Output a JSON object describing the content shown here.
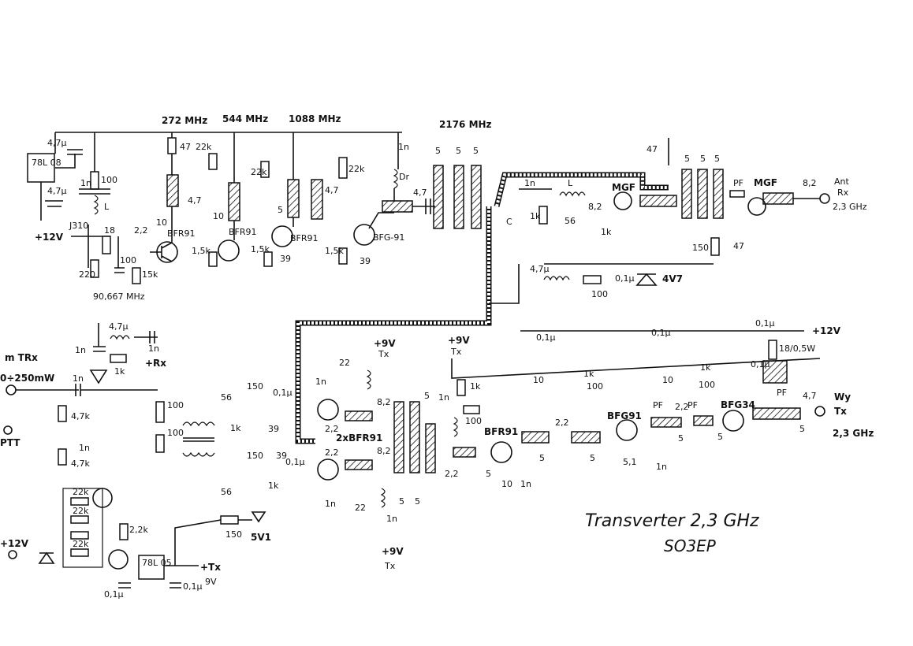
{
  "title": "Transverter 2,3 GHz",
  "author": "SO3EP",
  "frequencies": {
    "crystal": "90,667 MHz",
    "f1": "272 MHz",
    "f2": "544 MHz",
    "f3": "1088 MHz",
    "f4": "2176 MHz"
  },
  "regulators": [
    "78L 08",
    "78L 05"
  ],
  "transistors": {
    "osc": "J310",
    "mult1": "BFR91",
    "mult2": "BFR91",
    "mult3": "BFR91",
    "mult4": "BFG-91",
    "mixer": "2xBFR91",
    "tx1": "BFR91",
    "tx2": "BFG91",
    "tx3": "BFG34"
  },
  "ports": {
    "ant_rx": [
      "Ant",
      "Rx",
      "2,3 GHz"
    ],
    "wy_tx": [
      "Wy",
      "Tx",
      "2,3 GHz"
    ],
    "trx_in": [
      "m TRx",
      "0÷250mW"
    ],
    "ptt": "PTT",
    "supply_in": "+12V",
    "supply_top": "+12V",
    "supply_right": "+12V",
    "plus_rx": "+Rx",
    "plus_tx": "+Tx",
    "tx_9v": "9V",
    "plus9v_tx_a": [
      "+9V",
      "Tx"
    ],
    "plus9v_tx_b": [
      "+9V",
      "Tx"
    ],
    "plus9v_tx_c": [
      "+9V",
      "Tx"
    ]
  },
  "labels": {
    "mgf1": "MGF",
    "mgf2": "MGF",
    "pf1": "PF",
    "pf2": "PF",
    "pf3": "PF",
    "pf4": "PF",
    "dr": "Dr",
    "zener1": "4V7",
    "zener2": "5V1",
    "res_power": "18/0,5W",
    "l1": "L",
    "l2": "L",
    "c_sym": "C"
  },
  "values": {
    "c_4u7": "4,7μ",
    "c_1n": "1n",
    "r_100": "100",
    "r_47": "47",
    "r_22k": "22k",
    "r_1k5": "1,5k",
    "r_47k": "4,7k",
    "r_15k": "15k",
    "r_220": "220",
    "r_150": "150",
    "r_1k": "1k",
    "r_39": "39",
    "c_4_7": "4,7",
    "c_8_2": "8,2",
    "c_2_2": "2,2",
    "c_10": "10",
    "c_5": "5",
    "c_56": "56",
    "c_0_1u": "0,1μ",
    "r_10": "10",
    "r_5_1": "5,1",
    "c_18": "18",
    "r_1k_b": "1k",
    "r_22": "22",
    "r_2_2k": "2,2k"
  }
}
